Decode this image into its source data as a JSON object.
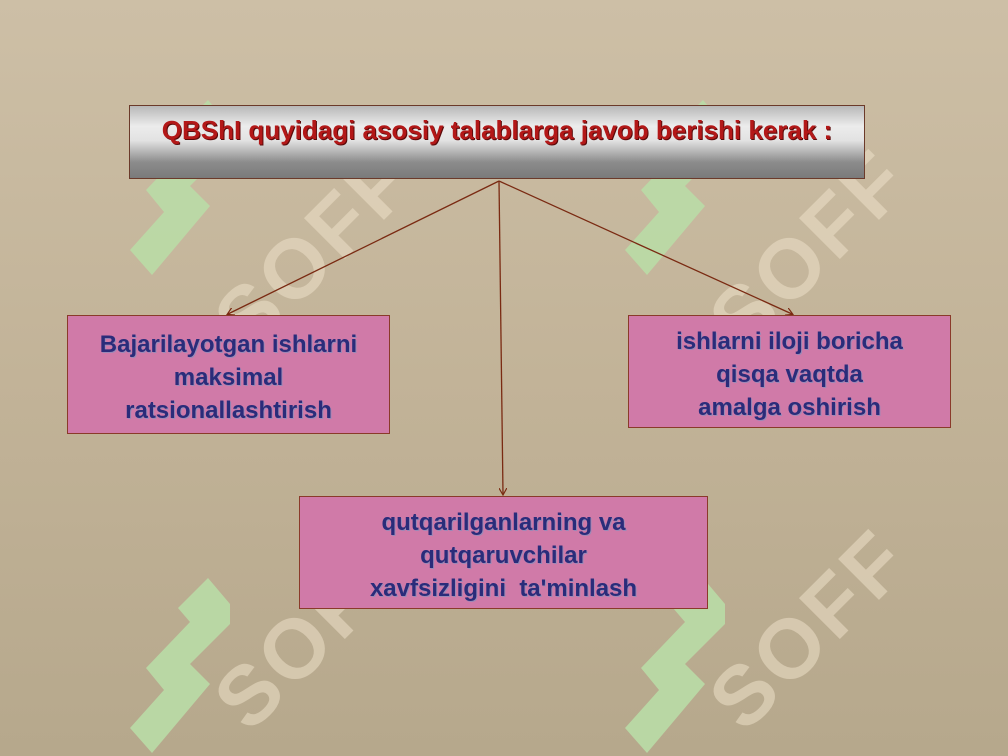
{
  "title": "QBShI quyidagi asosiy talablarga javob berishi kerak :",
  "nodes": {
    "left": {
      "lines": [
        "Bajarilayotgan ishlarni",
        "maksimal",
        "ratsionallashtirish"
      ]
    },
    "right": {
      "lines": [
        "ishlarni iloji boricha",
        "qisqa vaqtda",
        "amalga oshirish"
      ]
    },
    "bottom": {
      "lines": [
        "qutqarilganlarning va",
        "qutqaruvchilar",
        "xavfsizligini  ta'minlash"
      ]
    }
  },
  "watermark": {
    "text": "SOFF",
    "logo_icon": "green-logo-icon"
  },
  "colors": {
    "background": "#c4b59a",
    "title_text": "#b31818",
    "node_fill": "#d07aa8",
    "node_text": "#2a2c7a",
    "connector": "#7a2a12",
    "watermark_green": "#b9dca6"
  }
}
